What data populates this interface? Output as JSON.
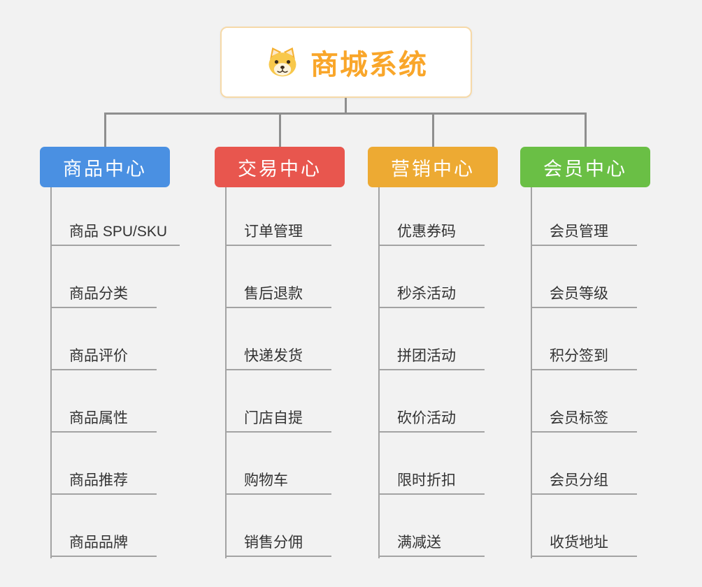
{
  "root": {
    "title": "商城系统",
    "icon": "dog-face-icon",
    "title_color": "#f9a62a",
    "border_color": "#f6d9a8"
  },
  "branches": [
    {
      "label": "商品中心",
      "color": "#4a90e2",
      "children": [
        "商品 SPU/SKU",
        "商品分类",
        "商品评价",
        "商品属性",
        "商品推荐",
        "商品品牌"
      ]
    },
    {
      "label": "交易中心",
      "color": "#e8564e",
      "children": [
        "订单管理",
        "售后退款",
        "快递发货",
        "门店自提",
        "购物车",
        "销售分佣"
      ]
    },
    {
      "label": "营销中心",
      "color": "#edaa33",
      "children": [
        "优惠券码",
        "秒杀活动",
        "拼团活动",
        "砍价活动",
        "限时折扣",
        "满减送"
      ]
    },
    {
      "label": "会员中心",
      "color": "#6abf45",
      "children": [
        "会员管理",
        "会员等级",
        "积分签到",
        "会员标签",
        "会员分组",
        "收货地址"
      ]
    }
  ],
  "colors": {
    "background": "#f2f2f2",
    "connector": "#8f8f8f",
    "child_line": "#a3a3a3",
    "child_text": "#333333"
  }
}
